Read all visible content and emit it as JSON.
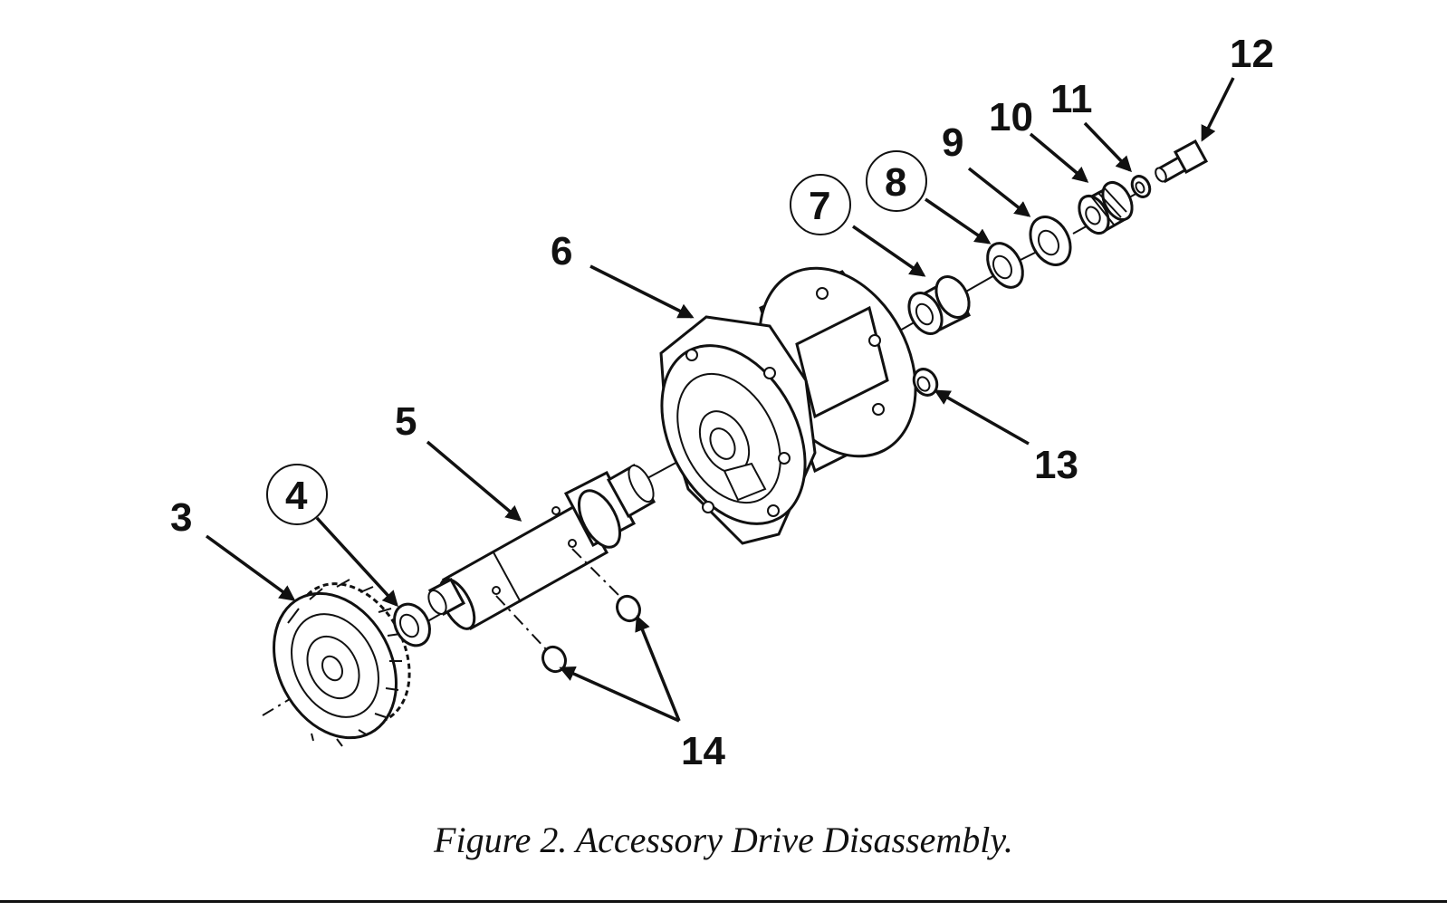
{
  "figure": {
    "caption": "Figure 2. Accessory Drive Disassembly.",
    "callouts": {
      "c3": "3",
      "c4": "4",
      "c5": "5",
      "c6": "6",
      "c7": "7",
      "c8": "8",
      "c9": "9",
      "c10": "10",
      "c11": "11",
      "c12": "12",
      "c13": "13",
      "c14": "14"
    }
  },
  "colors": {
    "line": "#111111",
    "background": "#ffffff"
  }
}
